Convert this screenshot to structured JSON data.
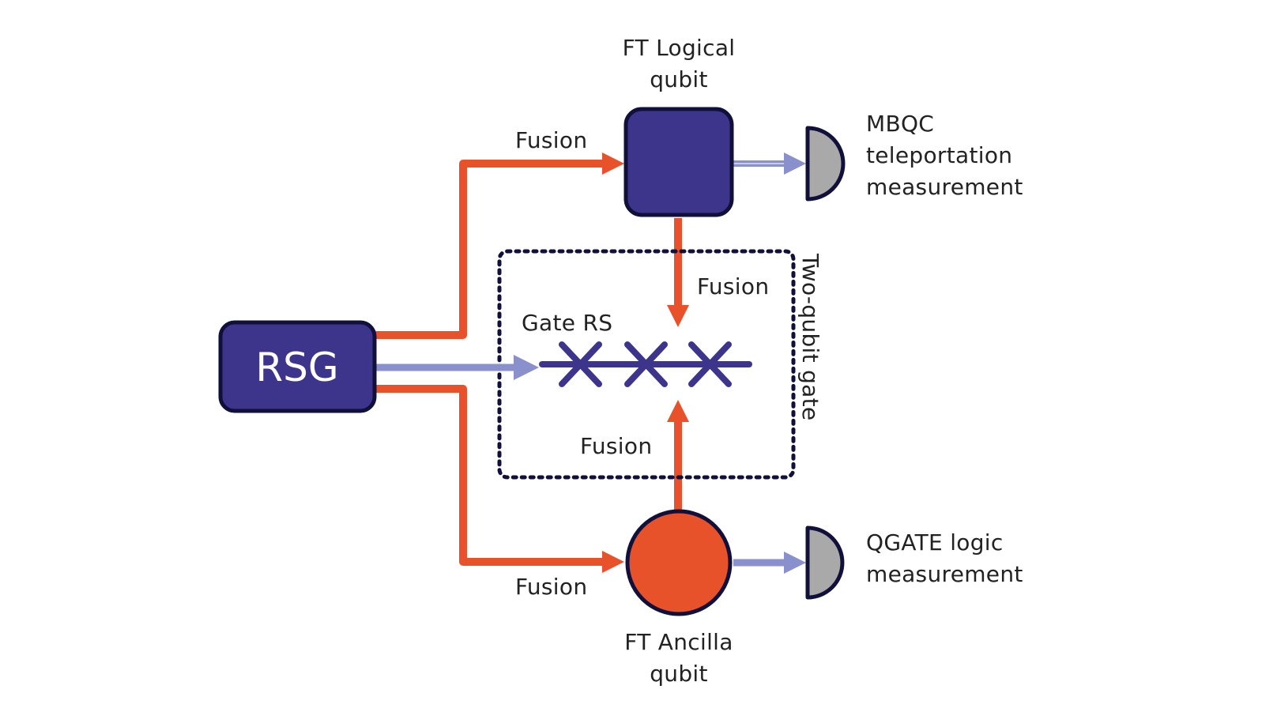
{
  "colors": {
    "node_purple": "#3d358c",
    "node_outline": "#10103a",
    "fusion_orange": "#e8522a",
    "classical_arrow": "#8a90cc",
    "detector_gray": "#a9a9a9",
    "text": "#222222",
    "background": "#ffffff"
  },
  "nodes": {
    "rsg": {
      "label": "RSG",
      "shape": "rounded-rectangle"
    },
    "logical_qubit": {
      "label_line1": "FT Logical",
      "label_line2": "qubit",
      "shape": "rounded-square"
    },
    "ancilla_qubit": {
      "label_line1": "FT Ancilla",
      "label_line2": "qubit",
      "shape": "circle"
    },
    "gate_rs": {
      "label": "Gate RS",
      "cross_count": 3
    },
    "two_qubit_gate": {
      "label": "Two-qubit gate",
      "border": "dotted"
    },
    "mbqc_detector": {
      "label_line1": "MBQC",
      "label_line2": "teleportation",
      "label_line3": "measurement",
      "icon": "detector-d-shape"
    },
    "qgate_detector": {
      "label_line1": "QGATE logic",
      "label_line2": "measurement",
      "icon": "detector-d-shape"
    }
  },
  "edges": {
    "fusion_to_logical": {
      "label": "Fusion",
      "from": "RSG",
      "to": "FT Logical qubit",
      "type": "fusion"
    },
    "fusion_to_ancilla": {
      "label": "Fusion",
      "from": "RSG",
      "to": "FT Ancilla qubit",
      "type": "fusion"
    },
    "fusion_logical_to_gate": {
      "label": "Fusion",
      "from": "FT Logical qubit",
      "to": "Gate RS",
      "type": "fusion"
    },
    "fusion_ancilla_to_gate": {
      "label": "Fusion",
      "from": "FT Ancilla qubit",
      "to": "Gate RS",
      "type": "fusion"
    },
    "rsg_to_gate": {
      "label": "",
      "from": "RSG",
      "to": "Gate RS",
      "type": "classical"
    },
    "logical_to_mbqc": {
      "label": "",
      "from": "FT Logical qubit",
      "to": "MBQC teleportation measurement",
      "type": "classical"
    },
    "ancilla_to_qgate": {
      "label": "",
      "from": "FT Ancilla qubit",
      "to": "QGATE logic measurement",
      "type": "classical"
    }
  }
}
